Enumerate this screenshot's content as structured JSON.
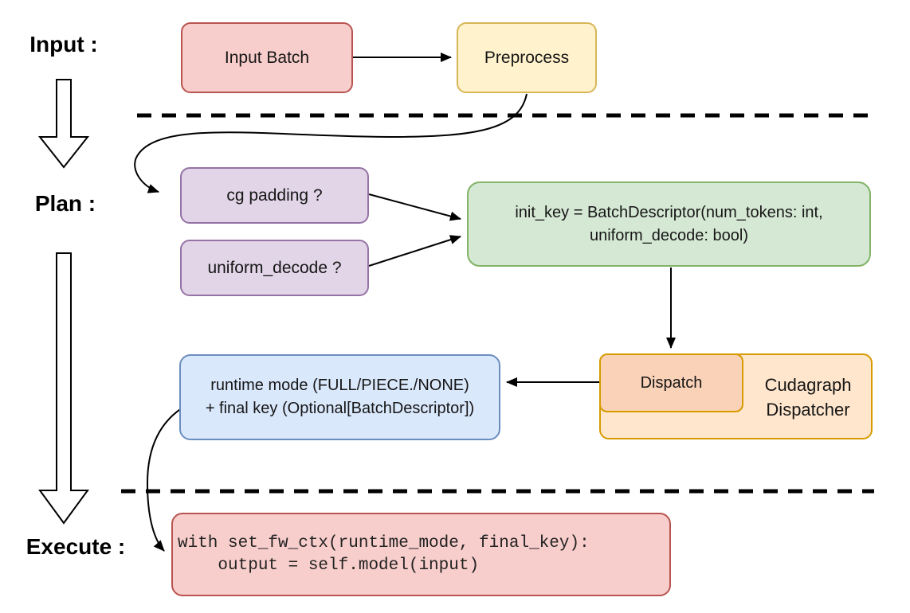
{
  "diagram": {
    "title_hint": "cudagraph dispatch flow",
    "stage_labels": {
      "input": "Input :",
      "plan": "Plan :",
      "execute": "Execute :"
    },
    "nodes": {
      "input_batch": {
        "label": "Input Batch",
        "fill": "#F8CECC",
        "stroke": "#B85450"
      },
      "preprocess": {
        "label": "Preprocess",
        "fill": "#FFF2CC",
        "stroke": "#D6B656"
      },
      "cg_padding": {
        "label": "cg padding ?",
        "fill": "#E1D5E7",
        "stroke": "#9673A6"
      },
      "uniform_decode": {
        "label": "uniform_decode ?",
        "fill": "#E1D5E7",
        "stroke": "#9673A6"
      },
      "init_key": {
        "label": "init_key = BatchDescriptor(num_tokens: int,\nuniform_decode: bool)",
        "fill": "#D5E8D4",
        "stroke": "#82B366"
      },
      "dispatch": {
        "label": "Dispatch",
        "fill": "#FAD2B8",
        "stroke": "#D79B00"
      },
      "cudagraph_dispatcher": {
        "label": "Cudagraph\nDispatcher",
        "fill": "#FFE6CC",
        "stroke": "#D79B00"
      },
      "runtime_mode": {
        "label": "runtime mode (FULL/PIECE./NONE)\n+ final key (Optional[BatchDescriptor])",
        "fill": "#DAE8FC",
        "stroke": "#6C8EBF"
      },
      "execute_code": {
        "label": "with set_fw_ctx(runtime_mode, final_key):\n    output = self.model(input)",
        "fill": "#F8CECC",
        "stroke": "#B85450"
      }
    },
    "connector_color": "#000000"
  }
}
